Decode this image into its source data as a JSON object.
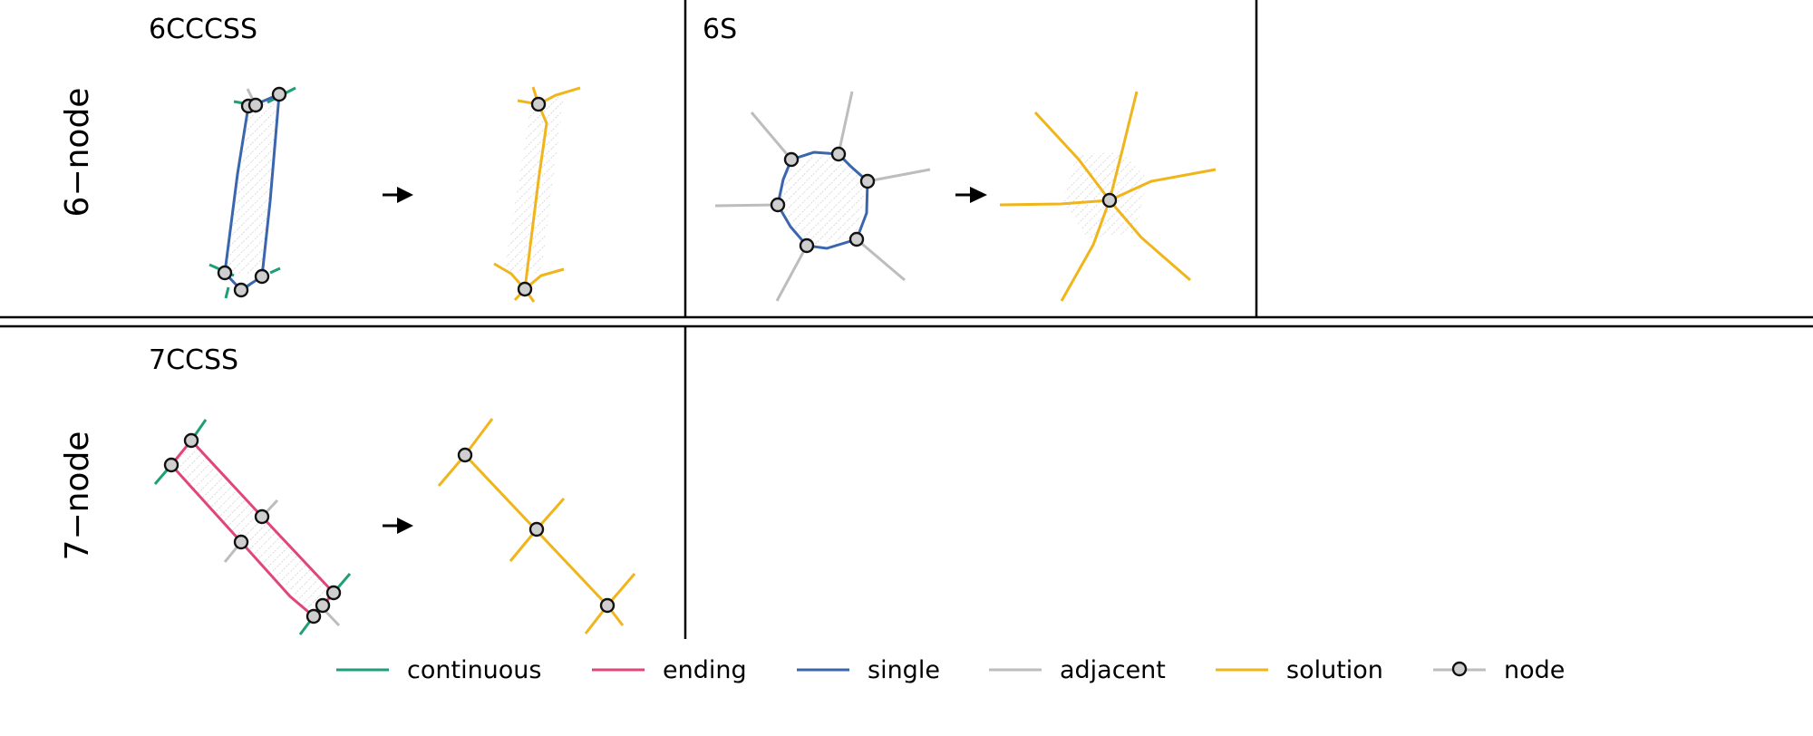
{
  "colors": {
    "continuous": "#1f9e78",
    "ending": "#e0457b",
    "single": "#3a66ad",
    "adjacent": "#bdbdbd",
    "solution": "#f0b51a",
    "node_fill": "#cfcfcf"
  },
  "rows": [
    {
      "label": "6−node"
    },
    {
      "label": "7−node"
    }
  ],
  "panels": [
    {
      "title": "6CCCSS"
    },
    {
      "title": "6S"
    },
    {
      "title": "7CCSS"
    }
  ],
  "arrow_symbol": "→",
  "legend": [
    {
      "key": "continuous",
      "label": "continuous",
      "color": "#1f9e78",
      "type": "line"
    },
    {
      "key": "ending",
      "label": "ending",
      "color": "#e0457b",
      "type": "line"
    },
    {
      "key": "single",
      "label": "single",
      "color": "#3a66ad",
      "type": "line"
    },
    {
      "key": "adjacent",
      "label": "adjacent",
      "color": "#bdbdbd",
      "type": "line"
    },
    {
      "key": "solution",
      "label": "solution",
      "color": "#f0b51a",
      "type": "line"
    },
    {
      "key": "node",
      "label": "node",
      "color": "#cfcfcf",
      "type": "node"
    }
  ]
}
